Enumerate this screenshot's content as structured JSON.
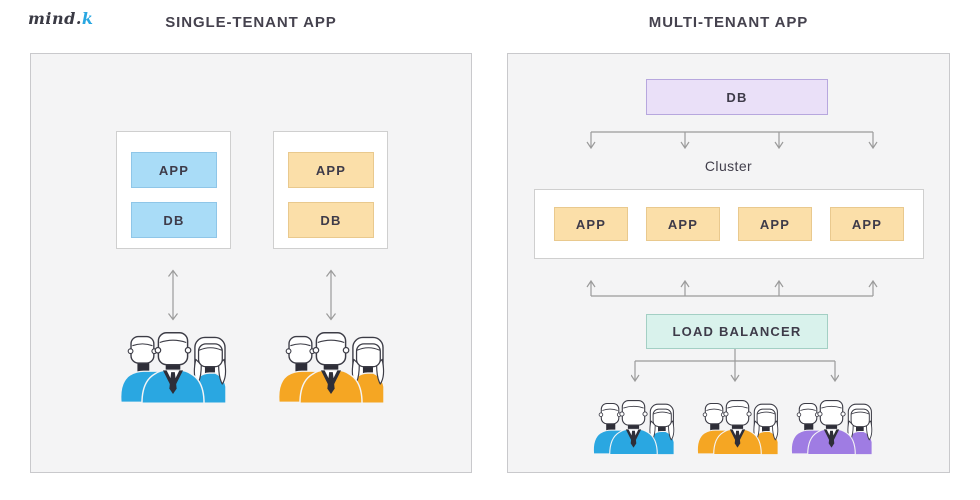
{
  "logo": {
    "text_dark": "mind.",
    "text_blue": "k"
  },
  "single_tenant": {
    "title": "SINGLE-TENANT APP",
    "tenants": [
      {
        "name": "tenant-blue",
        "app_label": "APP",
        "db_label": "DB",
        "box_fill": "#a9dcf7",
        "box_border": "#8fc6e8",
        "users_color": "#2aa7e1"
      },
      {
        "name": "tenant-orange",
        "app_label": "APP",
        "db_label": "DB",
        "box_fill": "#fbdfa9",
        "box_border": "#e9c98e",
        "users_color": "#f5a623"
      }
    ]
  },
  "multi_tenant": {
    "title": "MULTI-TENANT APP",
    "db": {
      "label": "DB",
      "fill": "#eae0f8",
      "border": "#b7a7de"
    },
    "cluster": {
      "label": "Cluster",
      "apps": [
        "APP",
        "APP",
        "APP",
        "APP"
      ],
      "app_fill": "#fbdfa9",
      "app_border": "#e9c98e"
    },
    "load_balancer": {
      "label": "LOAD BALANCER",
      "fill": "#d9f2ec",
      "border": "#a3cfc4"
    },
    "user_groups": [
      {
        "name": "users-blue",
        "color": "#2aa7e1"
      },
      {
        "name": "users-orange",
        "color": "#f5a623"
      },
      {
        "name": "users-purple",
        "color": "#9f7ce3"
      }
    ]
  },
  "arrow_color": "#9b9b9b"
}
